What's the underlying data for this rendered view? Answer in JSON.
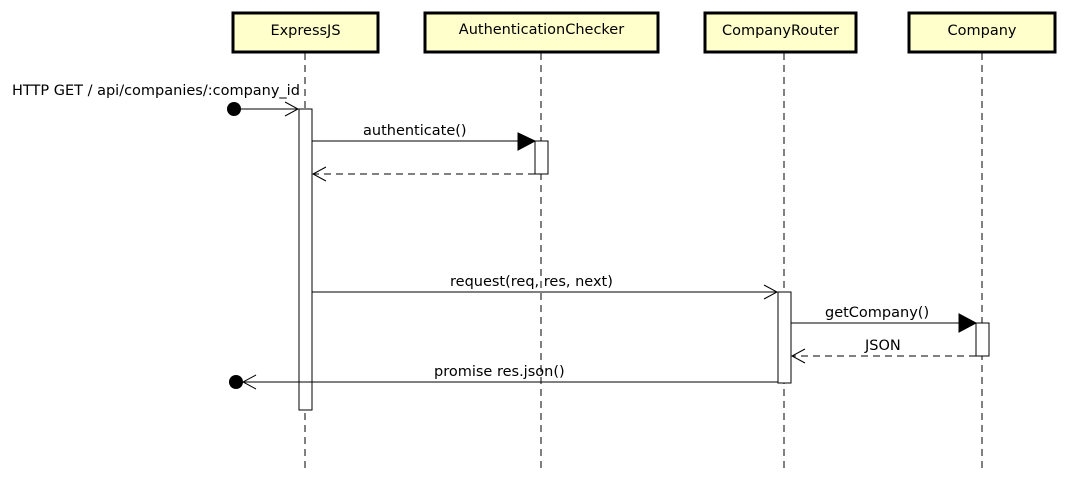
{
  "lifelines": [
    {
      "id": "express",
      "name": "ExpressJS"
    },
    {
      "id": "auth",
      "name": "AuthenticationChecker"
    },
    {
      "id": "router",
      "name": "CompanyRouter"
    },
    {
      "id": "company",
      "name": "Company"
    }
  ],
  "messages": [
    {
      "id": "http-get",
      "label": "HTTP GET / api/companies/:company_id"
    },
    {
      "id": "authenticate",
      "label": "authenticate()"
    },
    {
      "id": "auth-return",
      "label": ""
    },
    {
      "id": "request",
      "label": "request(req, res, next)"
    },
    {
      "id": "get-company",
      "label": "getCompany()"
    },
    {
      "id": "json-return",
      "label": "JSON"
    },
    {
      "id": "promise-json",
      "label": "promise res.json()"
    }
  ],
  "colors": {
    "lifeline_box_fill": "#ffffcc",
    "stroke": "#000000"
  }
}
